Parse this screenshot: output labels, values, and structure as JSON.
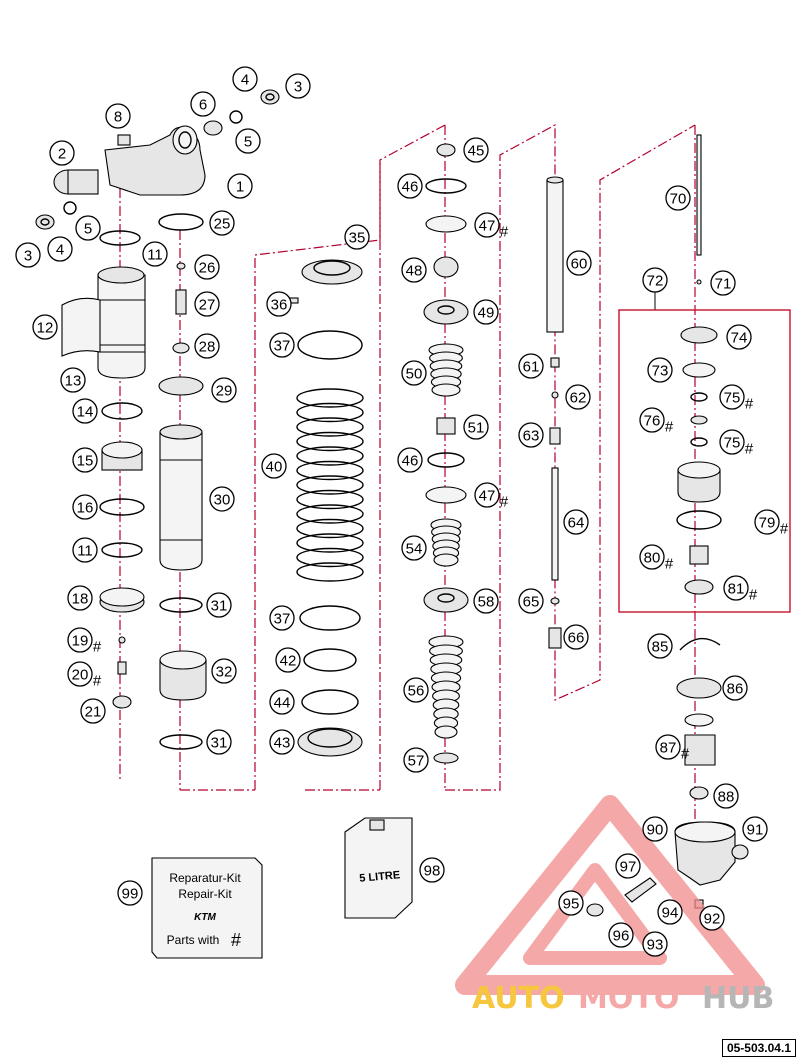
{
  "reference_code": "05-503.04.1",
  "kit": {
    "line1": "Reparatur-Kit",
    "line2": "Repair-Kit",
    "brand": "KTM",
    "line3": "Parts with",
    "hash": "#",
    "number": "99"
  },
  "oil_can": {
    "label": "5 LITRE",
    "number": "98"
  },
  "watermark": {
    "part1": "AUTO",
    "part2": "MOTO",
    "part3": "HUB",
    "color1": "#f4b400",
    "color2": "#f28c8c",
    "color3": "#9e9e9e"
  },
  "colors": {
    "dash_line": "#b3002d",
    "kit_frame": "#c8102e"
  },
  "hash_symbol": "#",
  "callouts": [
    {
      "num": "1"
    },
    {
      "num": "2"
    },
    {
      "num": "3"
    },
    {
      "num": "3"
    },
    {
      "num": "4"
    },
    {
      "num": "4"
    },
    {
      "num": "5"
    },
    {
      "num": "5"
    },
    {
      "num": "6"
    },
    {
      "num": "8"
    },
    {
      "num": "11"
    },
    {
      "num": "11"
    },
    {
      "num": "12"
    },
    {
      "num": "13"
    },
    {
      "num": "14"
    },
    {
      "num": "15"
    },
    {
      "num": "16"
    },
    {
      "num": "18"
    },
    {
      "num": "19",
      "hash": true
    },
    {
      "num": "20",
      "hash": true
    },
    {
      "num": "21"
    },
    {
      "num": "25"
    },
    {
      "num": "26"
    },
    {
      "num": "27"
    },
    {
      "num": "28"
    },
    {
      "num": "29"
    },
    {
      "num": "30"
    },
    {
      "num": "31"
    },
    {
      "num": "31"
    },
    {
      "num": "32"
    },
    {
      "num": "35"
    },
    {
      "num": "36"
    },
    {
      "num": "37"
    },
    {
      "num": "37"
    },
    {
      "num": "40"
    },
    {
      "num": "42"
    },
    {
      "num": "43"
    },
    {
      "num": "44"
    },
    {
      "num": "45"
    },
    {
      "num": "46"
    },
    {
      "num": "46"
    },
    {
      "num": "47",
      "hash": true
    },
    {
      "num": "47",
      "hash": true
    },
    {
      "num": "48"
    },
    {
      "num": "49"
    },
    {
      "num": "50"
    },
    {
      "num": "51"
    },
    {
      "num": "54"
    },
    {
      "num": "56"
    },
    {
      "num": "57"
    },
    {
      "num": "58"
    },
    {
      "num": "60"
    },
    {
      "num": "61"
    },
    {
      "num": "62"
    },
    {
      "num": "63"
    },
    {
      "num": "64"
    },
    {
      "num": "65"
    },
    {
      "num": "66"
    },
    {
      "num": "70"
    },
    {
      "num": "71"
    },
    {
      "num": "72"
    },
    {
      "num": "73"
    },
    {
      "num": "74"
    },
    {
      "num": "75",
      "hash": true
    },
    {
      "num": "75",
      "hash": true
    },
    {
      "num": "76",
      "hash": true
    },
    {
      "num": "79",
      "hash": true
    },
    {
      "num": "80",
      "hash": true
    },
    {
      "num": "81",
      "hash": true
    },
    {
      "num": "85"
    },
    {
      "num": "86"
    },
    {
      "num": "87",
      "hash": true
    },
    {
      "num": "88"
    },
    {
      "num": "90"
    },
    {
      "num": "91"
    },
    {
      "num": "92"
    },
    {
      "num": "93"
    },
    {
      "num": "94"
    },
    {
      "num": "95"
    },
    {
      "num": "96"
    },
    {
      "num": "97"
    }
  ]
}
